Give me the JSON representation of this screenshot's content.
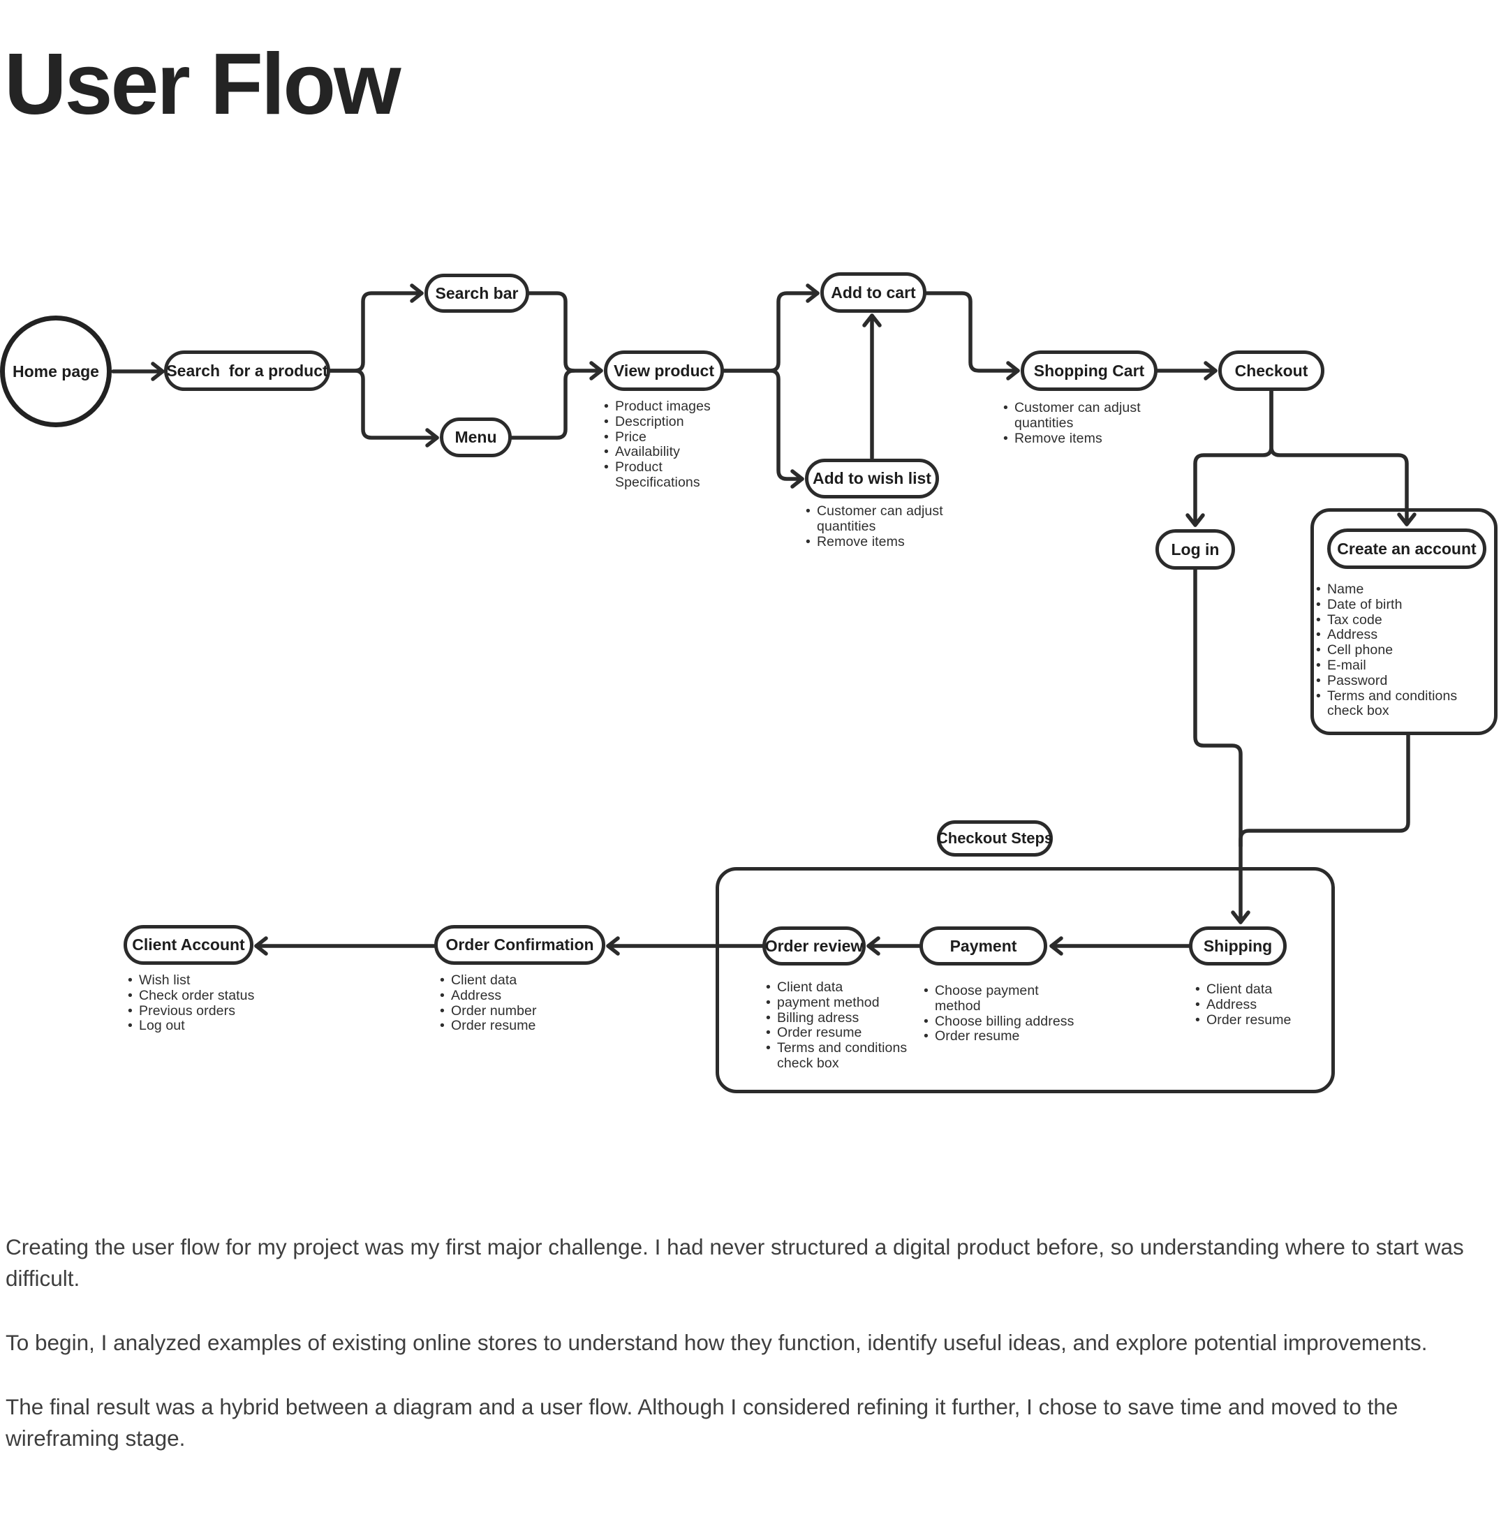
{
  "page": {
    "title": "User Flow"
  },
  "colors": {
    "ink": "#2b2b2b",
    "background": "#ffffff",
    "paragraph_text": "#3e3e3e"
  },
  "diagram": {
    "nodes": {
      "home_page": {
        "label": "Home page"
      },
      "search_product": {
        "label": "Search  for a product"
      },
      "search_bar": {
        "label": "Search bar"
      },
      "menu": {
        "label": "Menu"
      },
      "view_product": {
        "label": "View product"
      },
      "add_to_cart": {
        "label": "Add to cart"
      },
      "add_to_wish_list": {
        "label": "Add to wish list"
      },
      "shopping_cart": {
        "label": "Shopping Cart"
      },
      "checkout": {
        "label": "Checkout"
      },
      "log_in": {
        "label": "Log in"
      },
      "create_account": {
        "label": "Create an account"
      },
      "checkout_steps": {
        "label": "Checkout Steps"
      },
      "shipping": {
        "label": "Shipping"
      },
      "payment": {
        "label": "Payment"
      },
      "order_review": {
        "label": "Order review"
      },
      "order_confirmation": {
        "label": "Order Confirmation"
      },
      "client_account": {
        "label": "Client Account"
      }
    },
    "lists": {
      "view_product": [
        "Product images",
        "Description",
        "Price",
        "Availability",
        "Product\nSpecifications"
      ],
      "add_to_wish_list": [
        "Customer can adjust\nquantities",
        "Remove items"
      ],
      "shopping_cart": [
        "Customer can adjust\nquantities",
        "Remove items"
      ],
      "create_account": [
        "Name",
        "Date of birth",
        "Tax code",
        "Address",
        "Cell phone",
        "E-mail",
        "Password",
        "Terms and conditions\ncheck box"
      ],
      "shipping": [
        "Client data",
        "Address",
        "Order resume"
      ],
      "payment": [
        "Choose payment\nmethod",
        "Choose billing address",
        "Order resume"
      ],
      "order_review": [
        "Client data",
        "payment method",
        "Billing adress",
        "Order resume",
        "Terms and conditions\ncheck box"
      ],
      "order_confirmation": [
        "Client data",
        "Address",
        "Order number",
        "Order resume"
      ],
      "client_account": [
        "Wish list",
        "Check order status",
        "Previous orders",
        "Log out"
      ]
    },
    "edges": [
      {
        "from": "home_page",
        "to": "search_product"
      },
      {
        "from": "search_product",
        "to": "search_bar"
      },
      {
        "from": "search_product",
        "to": "menu"
      },
      {
        "from": "search_bar",
        "to": "view_product"
      },
      {
        "from": "menu",
        "to": "view_product"
      },
      {
        "from": "view_product",
        "to": "add_to_cart"
      },
      {
        "from": "view_product",
        "to": "add_to_wish_list"
      },
      {
        "from": "add_to_wish_list",
        "to": "add_to_cart"
      },
      {
        "from": "add_to_cart",
        "to": "shopping_cart"
      },
      {
        "from": "shopping_cart",
        "to": "checkout"
      },
      {
        "from": "checkout",
        "to": "log_in"
      },
      {
        "from": "checkout",
        "to": "create_account"
      },
      {
        "from": "log_in",
        "to": "shipping"
      },
      {
        "from": "create_account",
        "to": "shipping"
      },
      {
        "from": "shipping",
        "to": "payment"
      },
      {
        "from": "payment",
        "to": "order_review"
      },
      {
        "from": "order_review",
        "to": "order_confirmation"
      },
      {
        "from": "order_confirmation",
        "to": "client_account"
      }
    ]
  },
  "paragraphs": [
    "Creating the user flow for my project was my first major challenge. I had never structured a digital product before, so understanding where to start was difficult.",
    "To begin, I analyzed examples of existing online stores to understand how they function, identify useful ideas, and explore potential improvements.",
    "The final result was a hybrid between a diagram and a user flow. Although I considered refining it further, I chose to save time and moved to the wireframing stage."
  ]
}
